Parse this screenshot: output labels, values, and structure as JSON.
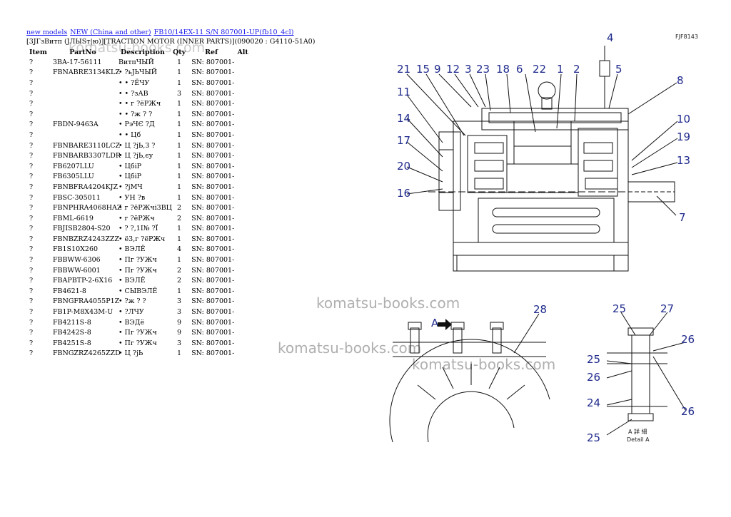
{
  "breadcrumb": [
    {
      "label": "new models"
    },
    {
      "label": "NEW (China and other)"
    },
    {
      "label": "FB10/14EX-11 S/N 807001-UP(fb10_4cl)"
    }
  ],
  "subtitle": "[3JГзВитп (ЈЛЫЅт|ю)][TRACTION MOTOR (INNER PARTS)](090020 : G4110-51A0)",
  "columns": [
    "Item",
    "PartNo",
    "Description",
    "Qty",
    "Ref",
    "Alt"
  ],
  "rows": [
    [
      "?",
      "3BA-17-56111",
      "ВитпЧЫЙ",
      "1",
      "SN: 807001-",
      ""
    ],
    [
      "?",
      "FBNABRE3134KLZ",
      "• ?ьЈЬЧЫЙ",
      "1",
      "SN: 807001-",
      ""
    ],
    [
      "?",
      "",
      "• • ?ЁЧУ",
      "1",
      "SN: 807001-",
      ""
    ],
    [
      "?",
      "",
      "• • ?зАВ",
      "3",
      "SN: 807001-",
      ""
    ],
    [
      "?",
      "",
      "• • г ?ёРЖч",
      "1",
      "SN: 807001-",
      ""
    ],
    [
      "?",
      "",
      "• • ?ж ? ?",
      "1",
      "SN: 807001-",
      ""
    ],
    [
      "?",
      "FBDN-9463A",
      "• РэЧЄ ?Д",
      "1",
      "SN: 807001-",
      ""
    ],
    [
      "?",
      "",
      "• • Цб",
      "1",
      "SN: 807001-",
      ""
    ],
    [
      "?",
      "FBNBARE3110LCZ",
      "• Ц ?jЬ,З ?",
      "1",
      "SN: 807001-",
      ""
    ],
    [
      "?",
      "FBNBARB3307LDR",
      "• Ц ?jЬ,єу",
      "1",
      "SN: 807001-",
      ""
    ],
    [
      "?",
      "FB6207LLU",
      "• ЦбіР",
      "1",
      "SN: 807001-",
      ""
    ],
    [
      "?",
      "FB6305LLU",
      "• ЦбіР",
      "1",
      "SN: 807001-",
      ""
    ],
    [
      "?",
      "FBNBFRA4204KJZ",
      "• ?jМЧ",
      "1",
      "SN: 807001-",
      ""
    ],
    [
      "?",
      "FBSC-305011",
      "• УН ?в",
      "1",
      "SN: 807001-",
      ""
    ],
    [
      "?",
      "FBNPHRA4068HAZ",
      "• г ?ёРЖчі3ВЦ",
      "2",
      "SN: 807001-",
      ""
    ],
    [
      "?",
      "FBML-6619",
      "• г ?ёРЖч",
      "2",
      "SN: 807001-",
      ""
    ],
    [
      "?",
      "FBJISB2804-S20",
      "• ? ?,1І№ ?Ї",
      "1",
      "SN: 807001-",
      ""
    ],
    [
      "?",
      "FBNBZRZ4243ZZZ",
      "• ё3,г ?ёРЖч",
      "1",
      "SN: 807001-",
      ""
    ],
    [
      "?",
      "FB1S10X260",
      "• ВЭЛЁ",
      "4",
      "SN: 807001-",
      ""
    ],
    [
      "?",
      "FBBWW-6306",
      "• Пг ?УЖч",
      "1",
      "SN: 807001-",
      ""
    ],
    [
      "?",
      "FBBWW-6001",
      "• Пг ?УЖч",
      "2",
      "SN: 807001-",
      ""
    ],
    [
      "?",
      "FBAPBTP-2-6X16",
      "• ВЭЛЁ",
      "2",
      "SN: 807001-",
      ""
    ],
    [
      "?",
      "FB4621-8",
      "• СЫВЭЛЁ",
      "1",
      "SN: 807001-",
      ""
    ],
    [
      "?",
      "FBNGFRA4055P1Z",
      "• ?ж ? ?",
      "3",
      "SN: 807001-",
      ""
    ],
    [
      "?",
      "FB1P-M8X43M-U",
      "• ?ЛЧУ",
      "3",
      "SN: 807001-",
      ""
    ],
    [
      "?",
      "FB4211S-8",
      "• ВЭДё",
      "9",
      "SN: 807001-",
      ""
    ],
    [
      "?",
      "FB4242S-8",
      "• Пг ?УЖч",
      "9",
      "SN: 807001-",
      ""
    ],
    [
      "?",
      "FB4251S-8",
      "• Пг ?УЖч",
      "3",
      "SN: 807001-",
      ""
    ],
    [
      "?",
      "FBNGZRZ4265ZZD",
      "• Ц ?jЬ",
      "1",
      "SN: 807001-",
      ""
    ]
  ],
  "watermarks": [
    "komatsu-books.com",
    "komatsu-books.com",
    "komatsu-books.com",
    "komatsu-books.com"
  ],
  "drawing": {
    "code": "FJF8143",
    "main_callouts": [
      "21",
      "15",
      "9",
      "12",
      "3",
      "23",
      "18",
      "6",
      "22",
      "1",
      "2",
      "4",
      "5",
      "8",
      "11",
      "14",
      "17",
      "20",
      "16",
      "10",
      "19",
      "13",
      "7"
    ],
    "detail_callouts": [
      "28",
      "25",
      "27",
      "26",
      "25",
      "26",
      "24",
      "26",
      "25"
    ],
    "arrow_label": "A",
    "detail_caption_1": "A 詳 細",
    "detail_caption_2": "Detail A"
  }
}
